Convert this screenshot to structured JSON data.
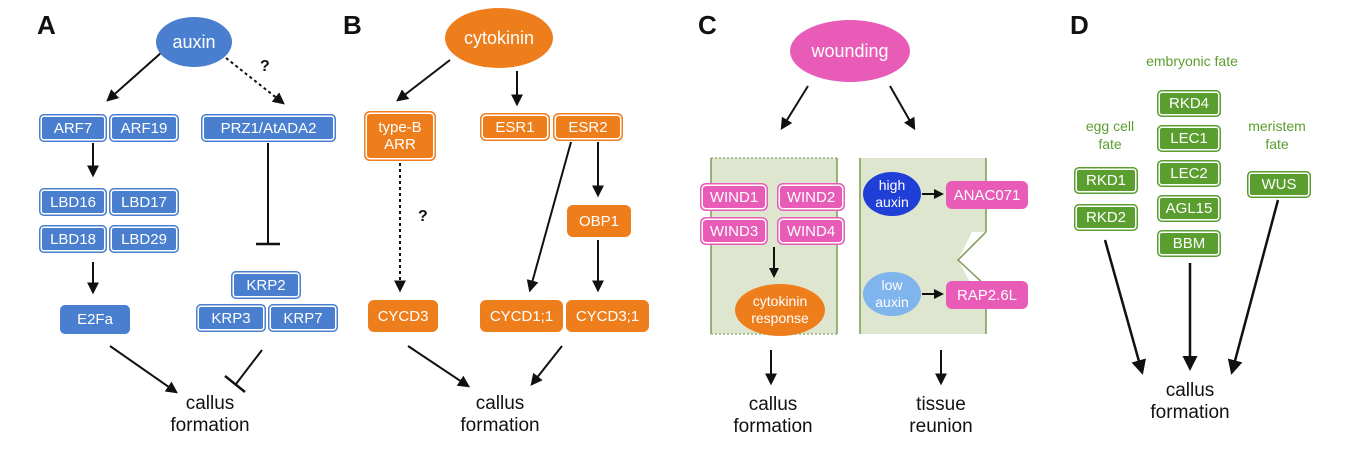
{
  "panels": {
    "a": {
      "letter": "A",
      "auxin": "auxin",
      "arf7": "ARF7",
      "arf19": "ARF19",
      "prz1": "PRZ1/AtADA2",
      "lbd16": "LBD16",
      "lbd17": "LBD17",
      "lbd18": "LBD18",
      "lbd29": "LBD29",
      "e2fa": "E2Fa",
      "krp2": "KRP2",
      "krp3": "KRP3",
      "krp7": "KRP7",
      "question": "?",
      "outcome": "callus\nformation"
    },
    "b": {
      "letter": "B",
      "cytokinin": "cytokinin",
      "typeb_arr": "type-B\nARR",
      "esr1": "ESR1",
      "esr2": "ESR2",
      "obp1": "OBP1",
      "question": "?",
      "cycd3": "CYCD3",
      "cycd1_1": "CYCD1;1",
      "cycd3_1": "CYCD3;1",
      "outcome": "callus\nformation"
    },
    "c": {
      "letter": "C",
      "wounding": "wounding",
      "wind1": "WIND1",
      "wind2": "WIND2",
      "wind3": "WIND3",
      "wind4": "WIND4",
      "cytokinin_response": "cytokinin\nresponse",
      "high_auxin": "high\nauxin",
      "anac071": "ANAC071",
      "low_auxin": "low\nauxin",
      "rap26l": "RAP2.6L",
      "outcome_left": "callus\nformation",
      "outcome_right": "tissue\nreunion"
    },
    "d": {
      "letter": "D",
      "embryonic_fate": "embryonic fate",
      "egg_cell_fate": "egg cell\nfate",
      "meristem_fate": "meristem\nfate",
      "rkd1": "RKD1",
      "rkd2": "RKD2",
      "rkd4": "RKD4",
      "lec1": "LEC1",
      "lec2": "LEC2",
      "agl15": "AGL15",
      "bbm": "BBM",
      "wus": "WUS",
      "outcome": "callus\nformation"
    }
  },
  "colors": {
    "auxin_pathway": "#4a7fd0",
    "cytokinin_pathway": "#ee7e1c",
    "wounding_pathway": "#e85cb8",
    "fate_pathway": "#5a9e2f",
    "high_auxin": "#1f3fd6",
    "low_auxin": "#7fb4ec",
    "tissue": "#dfe6cf"
  }
}
